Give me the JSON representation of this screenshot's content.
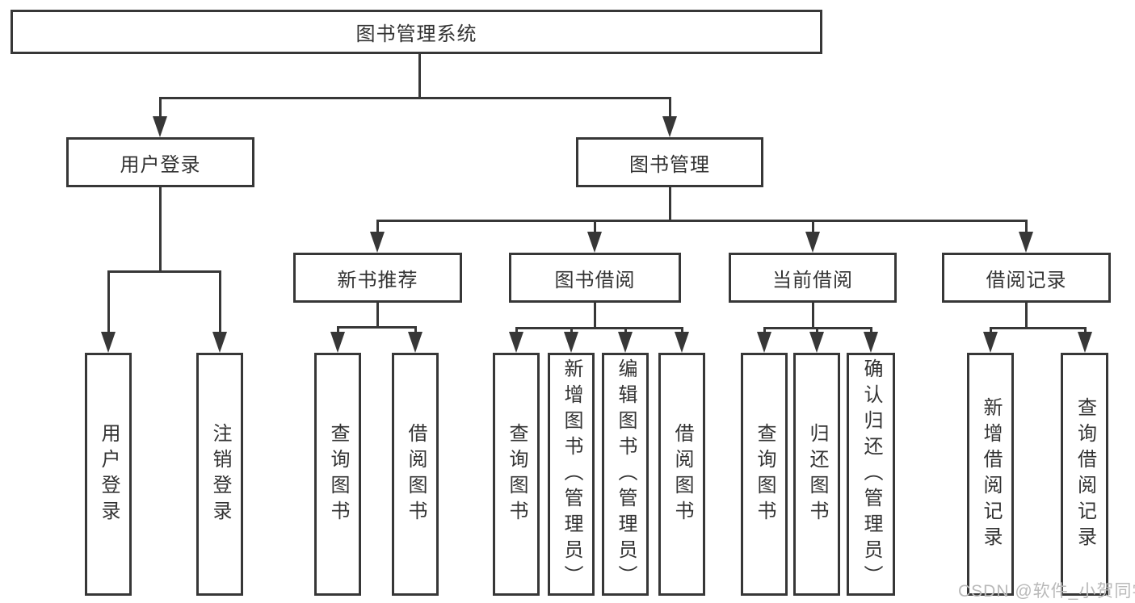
{
  "diagram_title": "图书管理系统",
  "tree": {
    "root": {
      "label": "图书管理系统",
      "children": [
        {
          "label": "用户登录",
          "children": [
            {
              "label": "用户登录"
            },
            {
              "label": "注销登录"
            }
          ]
        },
        {
          "label": "图书管理",
          "children": [
            {
              "label": "新书推荐",
              "children": [
                {
                  "label": "查询图书"
                },
                {
                  "label": "借阅图书"
                }
              ]
            },
            {
              "label": "图书借阅",
              "children": [
                {
                  "label": "查询图书"
                },
                {
                  "label": "新增图书（管理员）"
                },
                {
                  "label": "编辑图书（管理员）"
                },
                {
                  "label": "借阅图书"
                }
              ]
            },
            {
              "label": "当前借阅",
              "children": [
                {
                  "label": "查询图书"
                },
                {
                  "label": "归还图书"
                },
                {
                  "label": "确认归还（管理员）"
                }
              ]
            },
            {
              "label": "借阅记录",
              "children": [
                {
                  "label": "新增借阅记录"
                },
                {
                  "label": "查询借阅记录"
                }
              ]
            }
          ]
        }
      ]
    }
  },
  "watermark": {
    "text": "CSDN @软件_小贺同学"
  },
  "colors": {
    "line": "#373737",
    "text": "#333333",
    "watermark": "#b9b9b9",
    "background": "#ffffff"
  }
}
